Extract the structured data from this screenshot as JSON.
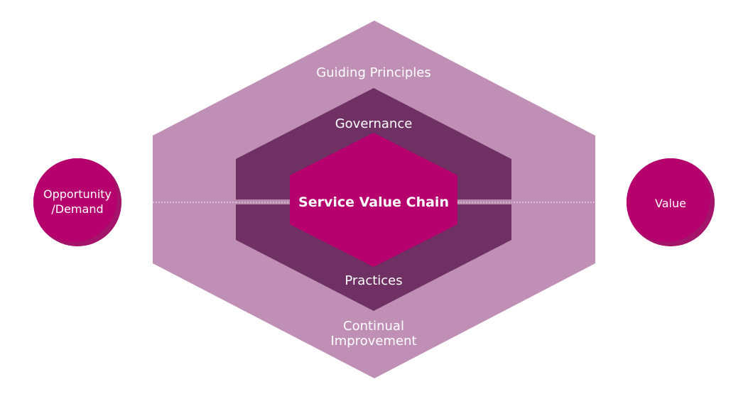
{
  "colors": {
    "outer": "#c08fb6",
    "middle": "#6f3163",
    "core": "#b5006e",
    "circle": "#b5006e",
    "circle_shade": "#a3146a",
    "band": "#b88aae",
    "line": "#ffffff",
    "text": "#ffffff"
  },
  "outer_layer": {
    "top_label": "Guiding Principles",
    "bottom_label_line1": "Continual",
    "bottom_label_line2": "Improvement"
  },
  "middle_layer": {
    "top_label": "Governance",
    "bottom_label": "Practices"
  },
  "core": {
    "label": "Service Value Chain"
  },
  "input": {
    "label_line1": "Opportunity",
    "label_line2": "/Demand"
  },
  "output": {
    "label": "Value"
  }
}
